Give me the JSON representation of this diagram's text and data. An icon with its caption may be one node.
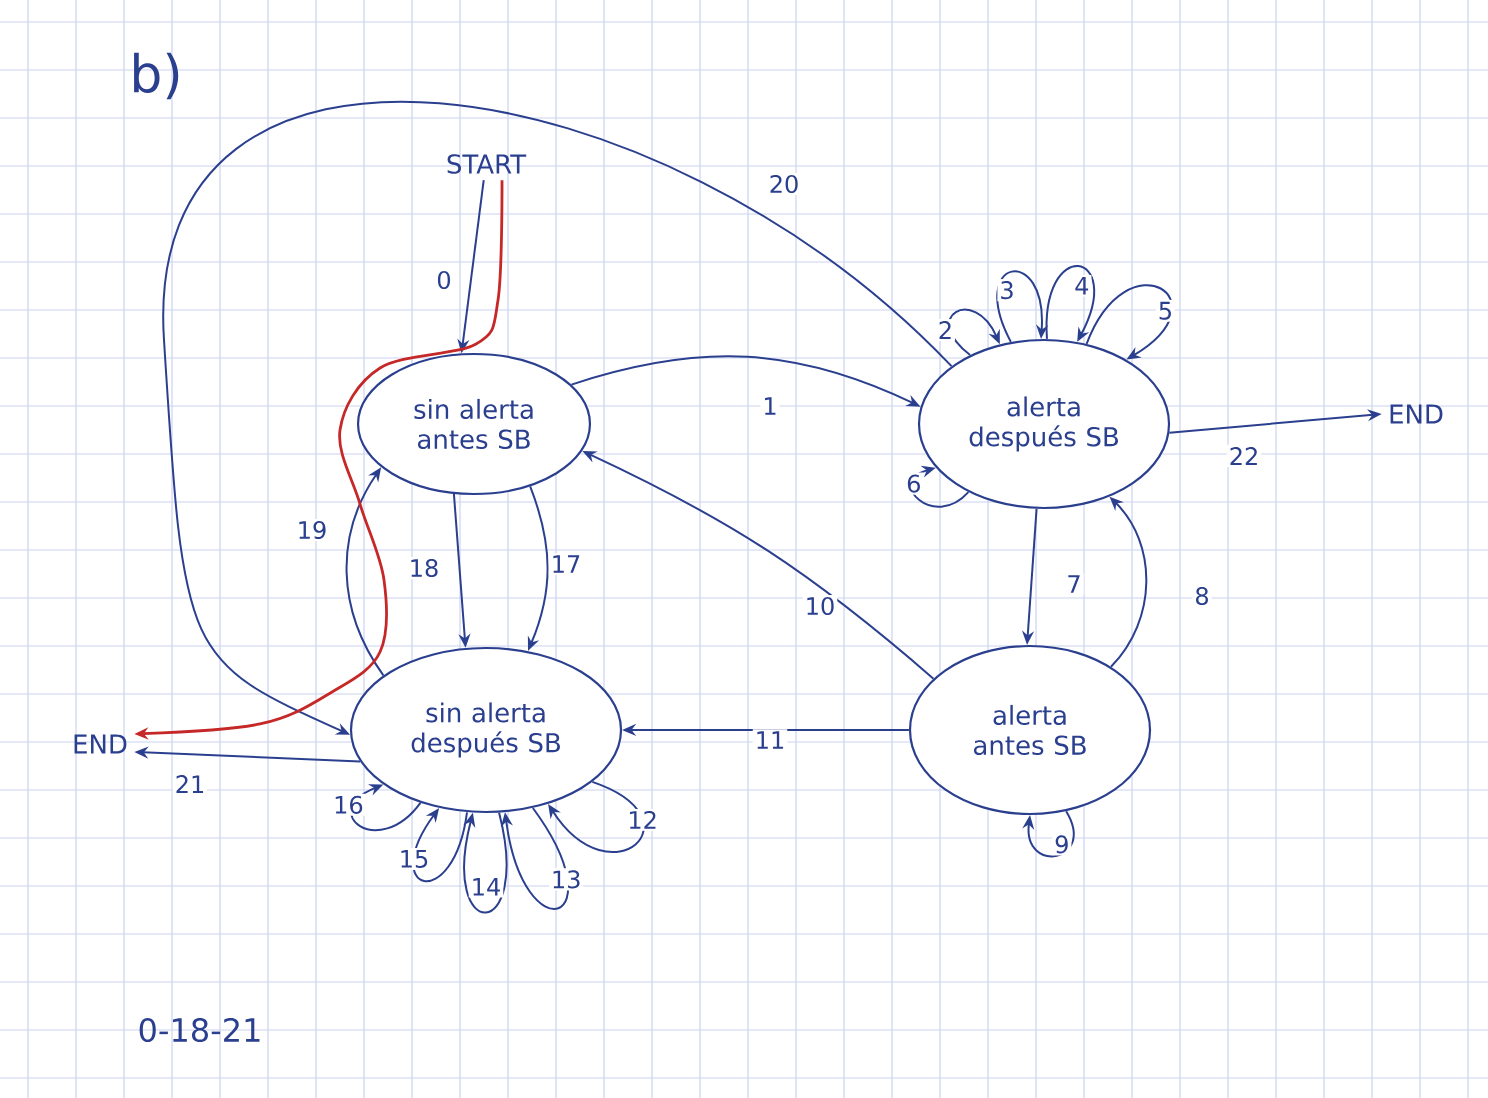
{
  "diagram": {
    "nodes": [
      {
        "text": [
          "START"
        ]
      },
      {
        "text": [
          "sin alerta antes SB"
        ]
      },
      {
        "text": [
          "alerta después SB"
        ]
      },
      {
        "text": [
          "END"
        ]
      },
      {
        "text": [
          "sin alerta después SB"
        ]
      },
      {
        "text": [
          "alerta antes SB"
        ]
      },
      {
        "text": [
          "END"
        ]
      }
    ],
    "edges": [
      {
        "from": 0,
        "to": 1,
        "arrow": "to",
        "label": "0"
      },
      {
        "from": 1,
        "to": 2,
        "arrow": "to",
        "label": "1"
      },
      {
        "from": 2,
        "to": 2,
        "arrow": "to",
        "label": "2"
      },
      {
        "from": 2,
        "to": 2,
        "arrow": "to",
        "label": "3"
      },
      {
        "from": 2,
        "to": 2,
        "arrow": "to",
        "label": "4"
      },
      {
        "from": 2,
        "to": 2,
        "arrow": "to",
        "label": "5"
      },
      {
        "from": 2,
        "to": 2,
        "arrow": "to",
        "label": "6"
      },
      {
        "from": 2,
        "to": 5,
        "arrow": "to",
        "label": "7"
      },
      {
        "from": 5,
        "to": 2,
        "arrow": "to",
        "label": "8"
      },
      {
        "from": 5,
        "to": 5,
        "arrow": "to",
        "label": "9"
      },
      {
        "from": 5,
        "to": 1,
        "arrow": "to",
        "label": "10"
      },
      {
        "from": 5,
        "to": 4,
        "arrow": "to",
        "label": "11"
      },
      {
        "from": 4,
        "to": 4,
        "arrow": "to",
        "label": "12"
      },
      {
        "from": 4,
        "to": 4,
        "arrow": "to",
        "label": "13"
      },
      {
        "from": 4,
        "to": 4,
        "arrow": "to",
        "label": "14"
      },
      {
        "from": 4,
        "to": 4,
        "arrow": "to",
        "label": "15"
      },
      {
        "from": 4,
        "to": 4,
        "arrow": "to",
        "label": "16"
      },
      {
        "from": 1,
        "to": 4,
        "arrow": "to",
        "label": "17"
      },
      {
        "from": 1,
        "to": 4,
        "arrow": "to",
        "label": "18"
      },
      {
        "from": 4,
        "to": 1,
        "arrow": "to",
        "label": "19"
      },
      {
        "from": 2,
        "to": 4,
        "arrow": "to",
        "label": "20"
      },
      {
        "from": 4,
        "to": 6,
        "arrow": "to",
        "label": "21"
      },
      {
        "from": 2,
        "to": 3,
        "arrow": "to",
        "label": "22"
      },
      {
        "from": 0,
        "to": 6,
        "arrow": "to",
        "color": "#c62828"
      }
    ],
    "labels": [
      "b)",
      "0-18-21"
    ]
  }
}
